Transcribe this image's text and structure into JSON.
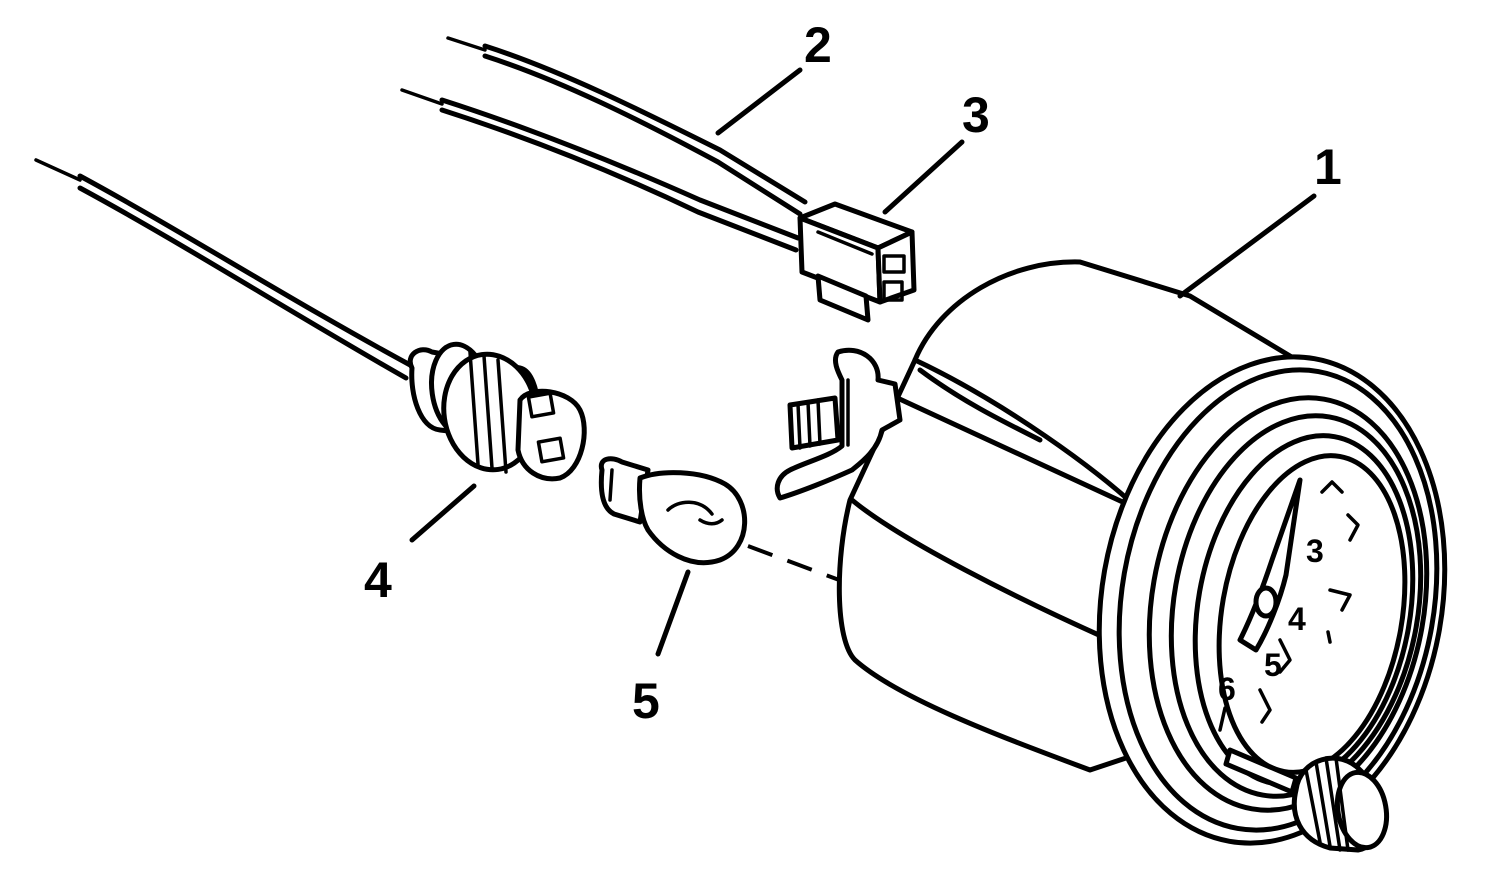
{
  "callouts": [
    {
      "id": "1",
      "label": "1"
    },
    {
      "id": "2",
      "label": "2"
    },
    {
      "id": "3",
      "label": "3"
    },
    {
      "id": "4",
      "label": "4"
    },
    {
      "id": "5",
      "label": "5"
    }
  ],
  "dial": {
    "numbers": [
      "3",
      "4",
      "5",
      "6"
    ]
  },
  "colors": {
    "line": "#000000",
    "background": "#ffffff"
  }
}
